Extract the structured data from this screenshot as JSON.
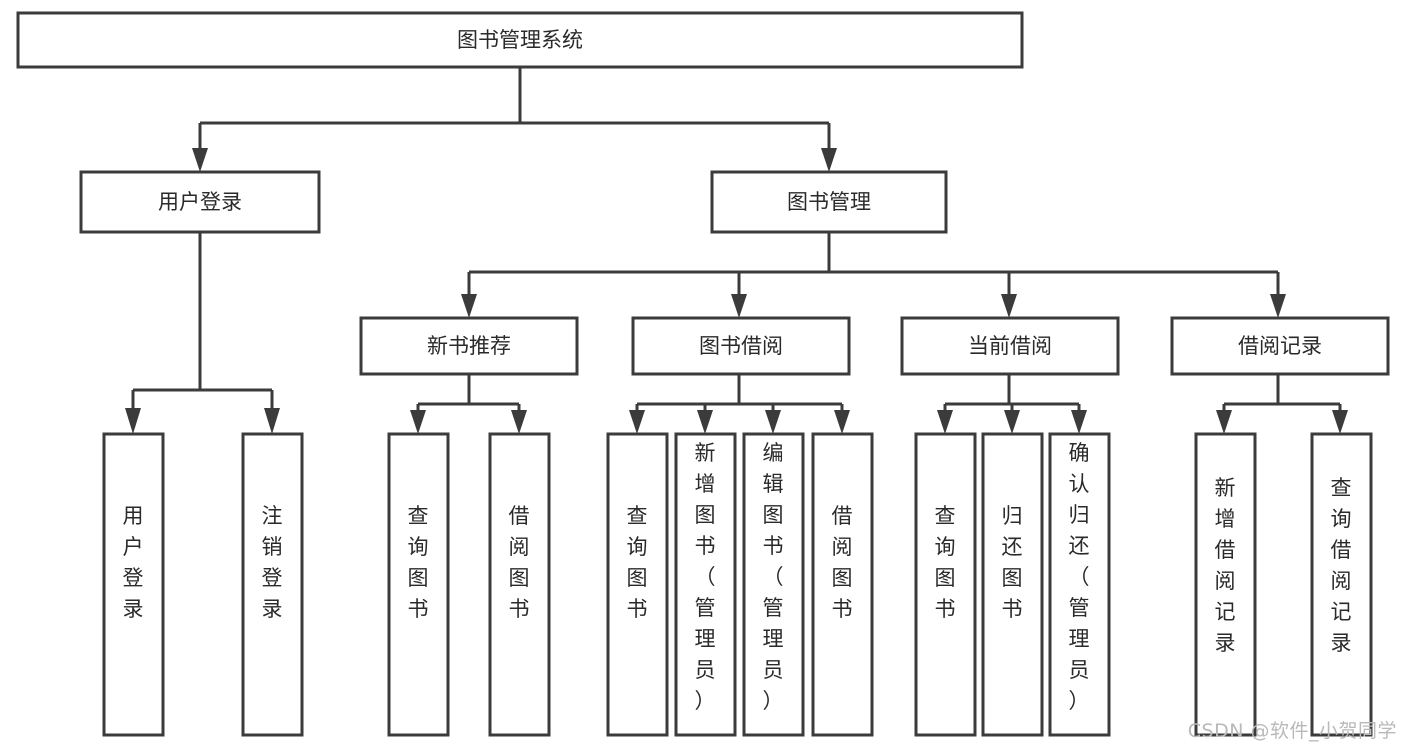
{
  "diagram": {
    "type": "tree-hierarchy",
    "title": "图书管理系统",
    "watermark": "CSDN @软件_小贺同学",
    "colors": {
      "background": "#ffffff",
      "box_fill": "#ffffff",
      "box_stroke": "#3b3b3b",
      "text": "#2a2a2a",
      "watermark": "#b9b9b9"
    },
    "root": {
      "id": "root",
      "label": "图书管理系统",
      "orientation": "horizontal"
    },
    "level2": [
      {
        "id": "user-login",
        "label": "用户登录",
        "orientation": "horizontal"
      },
      {
        "id": "book-manage",
        "label": "图书管理",
        "orientation": "horizontal"
      }
    ],
    "level3": [
      {
        "id": "new-book-recommend",
        "label": "新书推荐",
        "orientation": "horizontal",
        "parent": "book-manage"
      },
      {
        "id": "book-borrow",
        "label": "图书借阅",
        "orientation": "horizontal",
        "parent": "book-manage"
      },
      {
        "id": "current-borrow",
        "label": "当前借阅",
        "orientation": "horizontal",
        "parent": "book-manage"
      },
      {
        "id": "borrow-record",
        "label": "借阅记录",
        "orientation": "horizontal",
        "parent": "book-manage"
      }
    ],
    "leaves": [
      {
        "id": "leaf-user-login",
        "label": "用户登录",
        "orientation": "vertical",
        "parent": "user-login"
      },
      {
        "id": "leaf-logout-login",
        "label": "注销登录",
        "orientation": "vertical",
        "parent": "user-login"
      },
      {
        "id": "leaf-query-book-1",
        "label": "查询图书",
        "orientation": "vertical",
        "parent": "new-book-recommend"
      },
      {
        "id": "leaf-borrow-book-1",
        "label": "借阅图书",
        "orientation": "vertical",
        "parent": "new-book-recommend"
      },
      {
        "id": "leaf-query-book-2",
        "label": "查询图书",
        "orientation": "vertical",
        "parent": "book-borrow"
      },
      {
        "id": "leaf-add-book-admin",
        "label": "新增图书（管理员）",
        "orientation": "vertical",
        "parent": "book-borrow"
      },
      {
        "id": "leaf-edit-book-admin",
        "label": "编辑图书（管理员）",
        "orientation": "vertical",
        "parent": "book-borrow"
      },
      {
        "id": "leaf-borrow-book-2",
        "label": "借阅图书",
        "orientation": "vertical",
        "parent": "book-borrow"
      },
      {
        "id": "leaf-query-book-3",
        "label": "查询图书",
        "orientation": "vertical",
        "parent": "current-borrow"
      },
      {
        "id": "leaf-return-book",
        "label": "归还图书",
        "orientation": "vertical",
        "parent": "current-borrow"
      },
      {
        "id": "leaf-confirm-return-admin",
        "label": "确认归还（管理员）",
        "orientation": "vertical",
        "parent": "current-borrow"
      },
      {
        "id": "leaf-add-borrow-record",
        "label": "新增借阅记录",
        "orientation": "vertical",
        "parent": "borrow-record"
      },
      {
        "id": "leaf-query-borrow-record",
        "label": "查询借阅记录",
        "orientation": "vertical",
        "parent": "borrow-record"
      }
    ]
  }
}
